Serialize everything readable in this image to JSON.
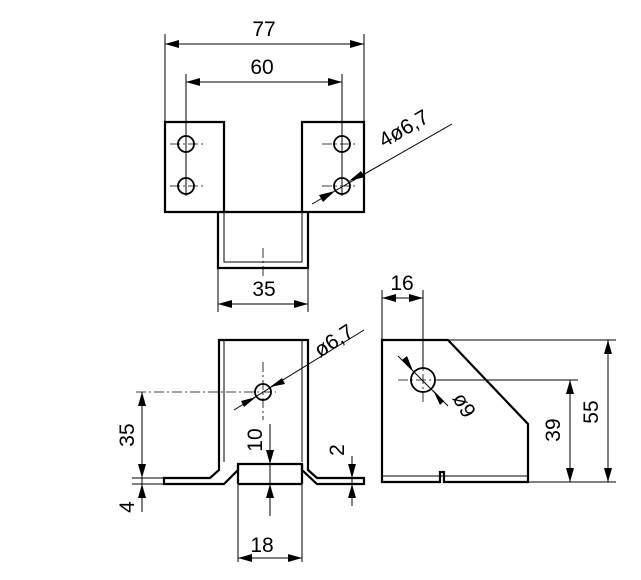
{
  "dimensions": {
    "top_overall_width": "77",
    "top_hole_spacing": "60",
    "top_holes": "4ø6,7",
    "top_channel_width": "35",
    "front_hole": "ø6,7",
    "front_hole_height": "35",
    "front_base_thickness": "4",
    "front_notch_height": "10",
    "front_flange_thickness": "2",
    "front_notch_width": "18",
    "side_hole_offset": "16",
    "side_hole": "ø9",
    "side_chamfer_height": "39",
    "side_overall_height": "55"
  }
}
